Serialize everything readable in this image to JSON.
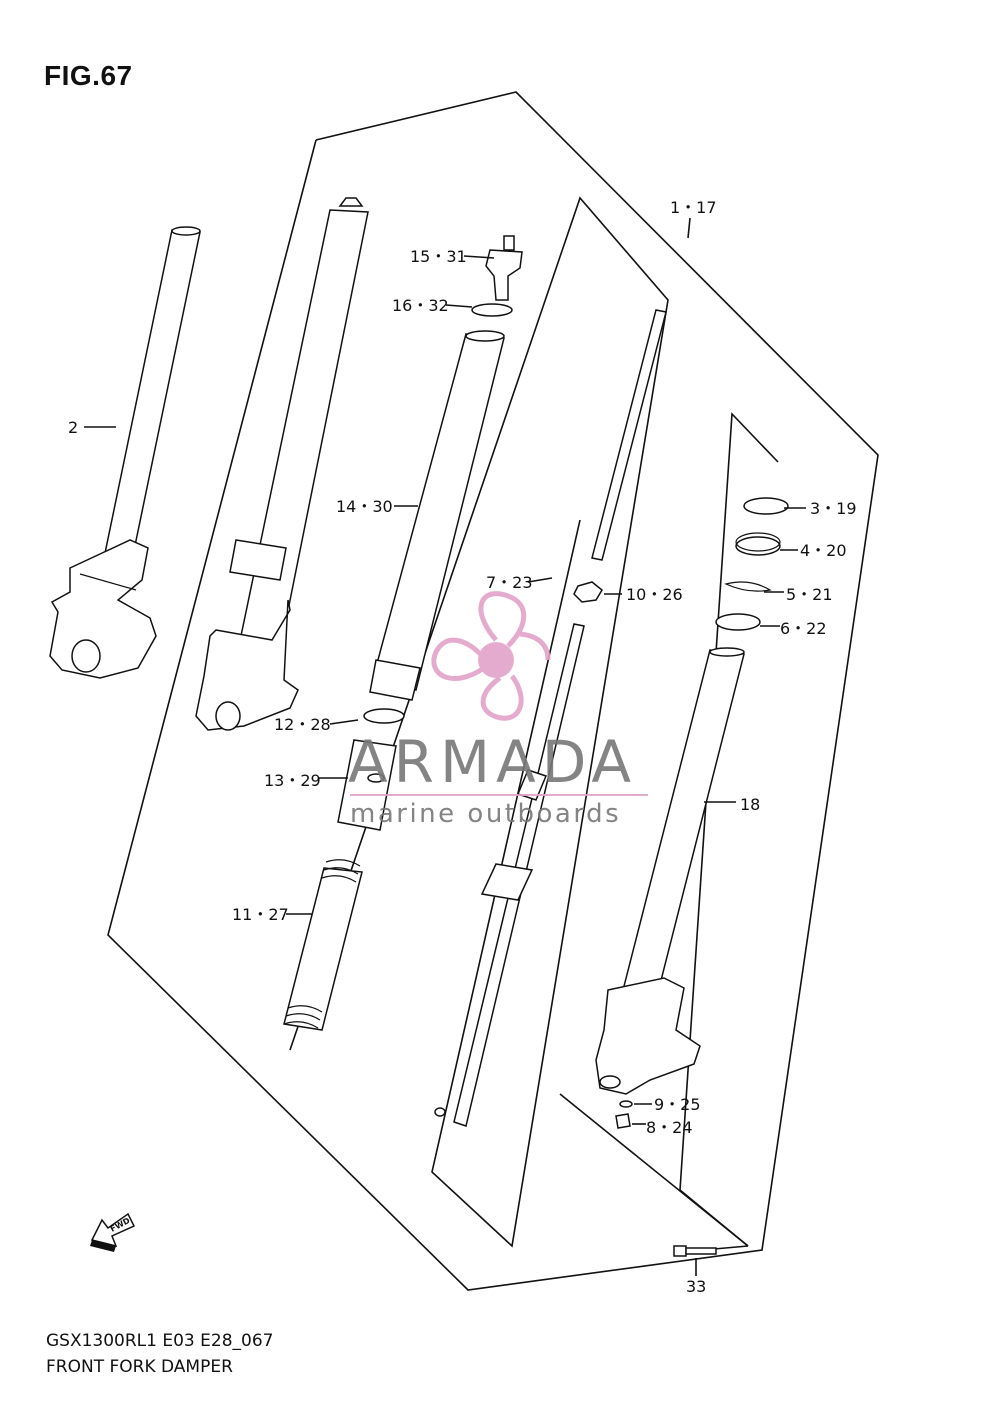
{
  "figure": {
    "title": "FIG.67",
    "model_code": "GSX1300RL1 E03 E28_067",
    "name": "FRONT FORK DAMPER"
  },
  "callouts": {
    "c1": "1・17",
    "c2": "2",
    "c3": "3・19",
    "c4": "4・20",
    "c5": "5・21",
    "c6": "6・22",
    "c7": "7・23",
    "c8": "8・24",
    "c9": "9・25",
    "c10": "10・26",
    "c11": "11・27",
    "c12": "12・28",
    "c13": "13・29",
    "c14": "14・30",
    "c15": "15・31",
    "c16": "16・32",
    "c18": "18",
    "c33": "33"
  },
  "direction_marker": "FWD",
  "watermark": {
    "brand": "ARMADA",
    "tagline": "marine outboards",
    "color": "#e3a3c9"
  }
}
